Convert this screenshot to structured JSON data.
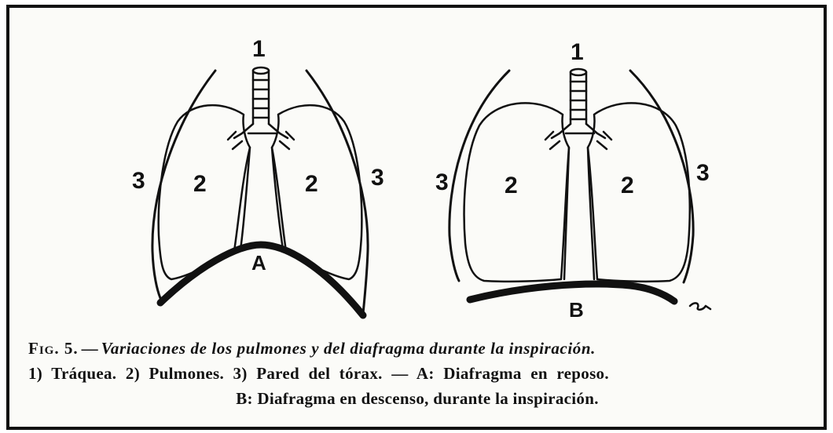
{
  "figure_a": {
    "label_trachea": "1",
    "label_lung_left": "2",
    "label_lung_right": "2",
    "label_wall_left": "3",
    "label_wall_right": "3",
    "label_diaphragm": "A"
  },
  "figure_b": {
    "label_trachea": "1",
    "label_lung_left": "2",
    "label_lung_right": "2",
    "label_wall_left": "3",
    "label_wall_right": "3",
    "label_diaphragm": "B"
  },
  "caption": {
    "fig_number": "Fig. 5.",
    "dash": "—",
    "title": "Variaciones de los pulmones y del diafragma durante la inspiración.",
    "line2": "1) Tráquea. 2) Pulmones. 3) Pared del tórax. — A: Diafragma en reposo.",
    "line3": "B: Diafragma en descenso, durante la inspiración."
  }
}
